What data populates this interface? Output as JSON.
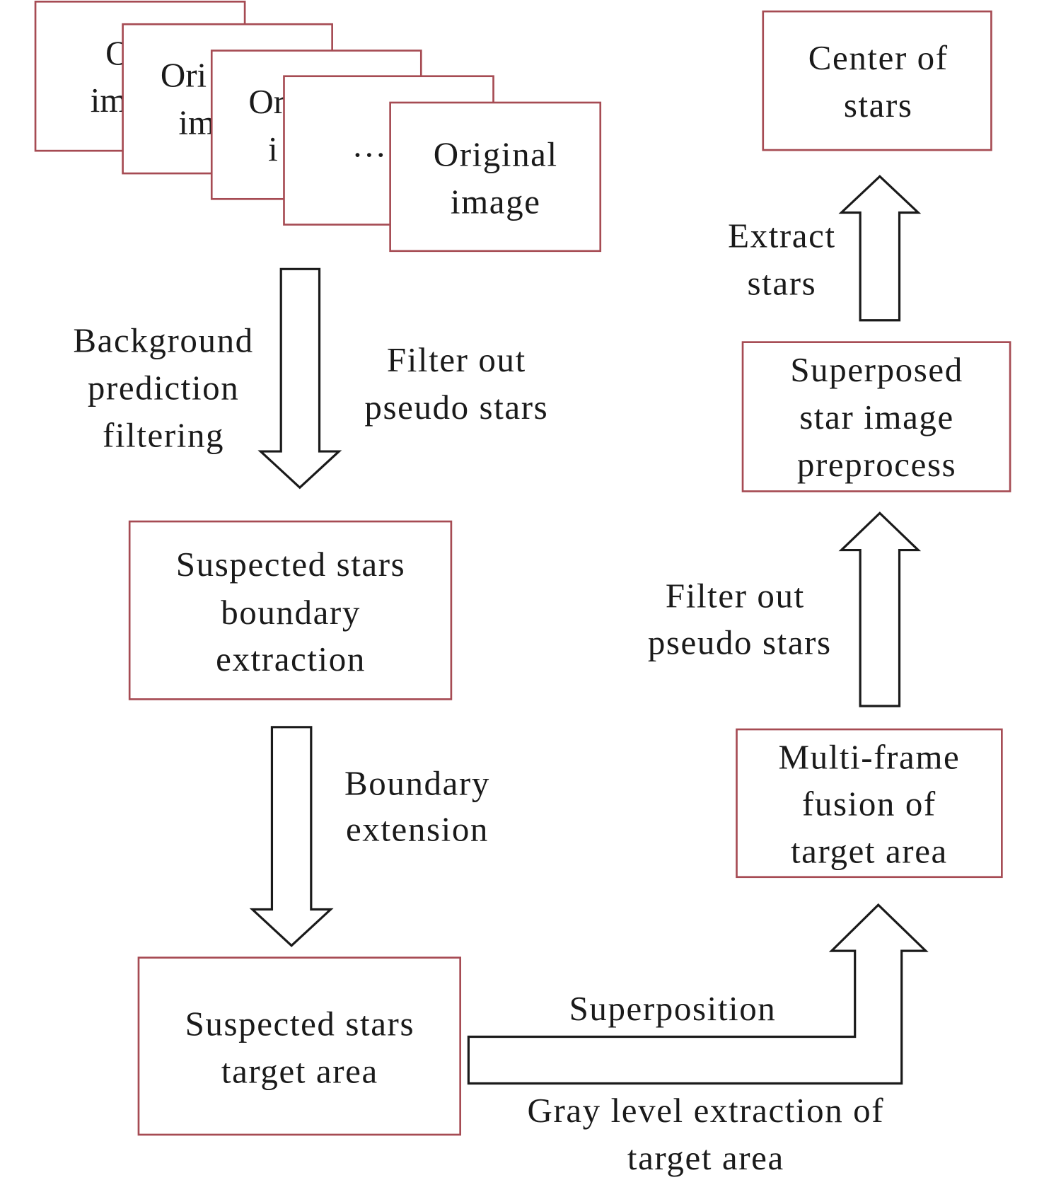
{
  "diagram": {
    "border_color": "#a64b53",
    "text_color": "#1a1a1a",
    "stack": {
      "back_cards": [
        {
          "line1": "Ori",
          "line2": "im"
        },
        {
          "line1": "Ori",
          "line2": "im"
        },
        {
          "line1": "Or",
          "line2": "i"
        }
      ],
      "ellipsis": "…",
      "front": {
        "line1": "Original",
        "line2": "image"
      }
    },
    "nodes": {
      "boundary_extraction": [
        "Suspected stars",
        "boundary",
        "extraction"
      ],
      "target_area": [
        "Suspected stars",
        "target area"
      ],
      "multi_frame_fusion": [
        "Multi-frame",
        "fusion of",
        "target area"
      ],
      "superposed_preprocess": [
        "Superposed",
        "star image",
        "preprocess"
      ],
      "center_of_stars": [
        "Center of",
        "stars"
      ]
    },
    "edge_labels": {
      "background_filtering": [
        "Background",
        "prediction",
        "filtering"
      ],
      "filter_pseudo_left": [
        "Filter out",
        "pseudo stars"
      ],
      "boundary_extension": [
        "Boundary",
        "extension"
      ],
      "superposition": [
        "Superposition"
      ],
      "gray_level": [
        "Gray level extraction of",
        "target area"
      ],
      "filter_pseudo_right": [
        "Filter out",
        "pseudo stars"
      ],
      "extract_stars": [
        "Extract",
        "stars"
      ]
    }
  }
}
